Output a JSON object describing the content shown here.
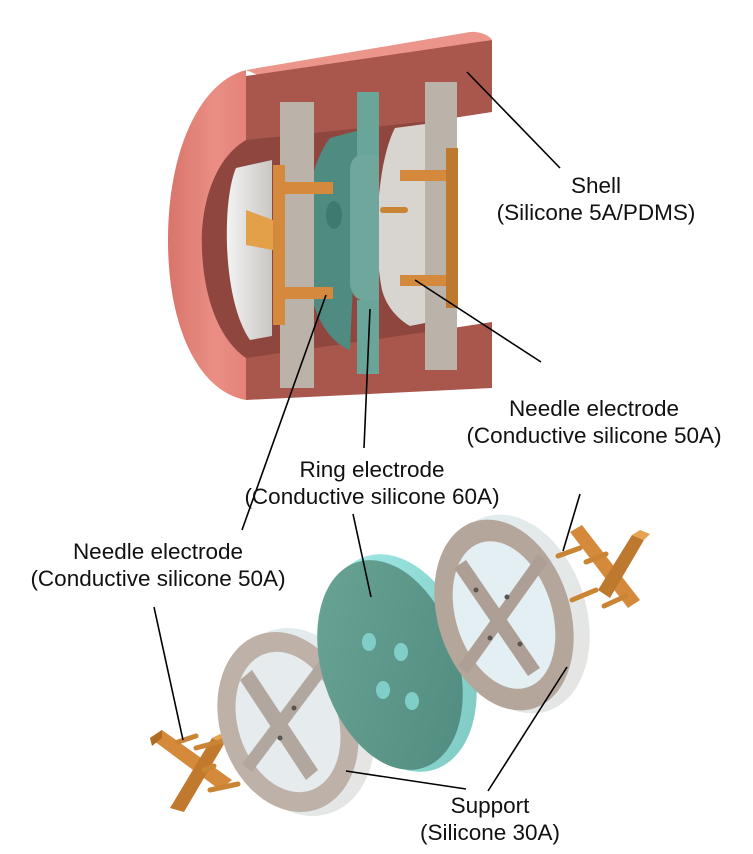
{
  "figure": {
    "type": "exploded-assembly-diagram",
    "subject": "soft silicone electrode sensor assembly (cutaway + exploded view)"
  },
  "colors": {
    "shell_light": "#e6877c",
    "shell_dark": "#a8564c",
    "support": "#bdb3ab",
    "support_edge": "#e8ecee",
    "ring_electrode": "#5f9c90",
    "ring_electrode_edge": "#9fe2dc",
    "needle_electrode": "#d78a3a",
    "needle_electrode_dark": "#b06c22",
    "leader_line": "#000000"
  },
  "labels": {
    "shell": {
      "name": "Shell",
      "material": "(Silicone 5A/PDMS)"
    },
    "needle_right": {
      "name": "Needle electrode",
      "material": "(Conductive silicone 50A)"
    },
    "ring": {
      "name": "Ring electrode",
      "material": "(Conductive silicone 60A)"
    },
    "needle_left": {
      "name": "Needle electrode",
      "material": "(Conductive silicone 50A)"
    },
    "support": {
      "name": "Support",
      "material": "(Silicone 30A)"
    }
  },
  "components": [
    {
      "id": "shell",
      "material": "Silicone 5A/PDMS",
      "count": 1
    },
    {
      "id": "support",
      "material": "Silicone 30A",
      "count": 2
    },
    {
      "id": "ring-electrode",
      "material": "Conductive silicone 60A",
      "count": 1,
      "holes": 4
    },
    {
      "id": "needle-electrode",
      "material": "Conductive silicone 50A",
      "count": 2,
      "pins_each": 4
    }
  ]
}
